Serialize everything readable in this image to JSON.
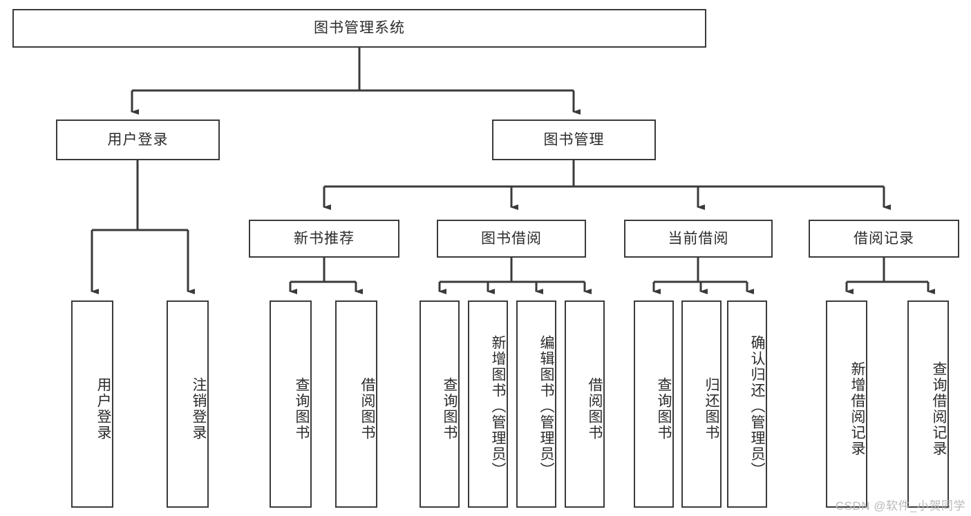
{
  "diagram": {
    "title": "图书管理系统",
    "watermark": "CSDN @软件_小贺同学",
    "colors": {
      "stroke": "#3a3a3a",
      "text": "#2b2b2b",
      "background": "#ffffff",
      "watermark": "#b9b9b9"
    },
    "levels": {
      "root": {
        "label": "图书管理系统"
      },
      "level2": [
        {
          "label": "用户登录"
        },
        {
          "label": "图书管理"
        }
      ],
      "level3": [
        {
          "label": "新书推荐"
        },
        {
          "label": "图书借阅"
        },
        {
          "label": "当前借阅"
        },
        {
          "label": "借阅记录"
        }
      ],
      "leaves": {
        "user_login": [
          {
            "label": "用户登录"
          },
          {
            "label": "注销登录"
          }
        ],
        "new_book_recommend": [
          {
            "label": "查询图书"
          },
          {
            "label": "借阅图书"
          }
        ],
        "book_borrow": [
          {
            "label": "查询图书"
          },
          {
            "label": "新增图书（管理员）"
          },
          {
            "label": "编辑图书（管理员）"
          },
          {
            "label": "借阅图书"
          }
        ],
        "current_borrow": [
          {
            "label": "查询图书"
          },
          {
            "label": "归还图书"
          },
          {
            "label": "确认归还（管理员）"
          }
        ],
        "borrow_records": [
          {
            "label": "新增借阅记录"
          },
          {
            "label": "查询借阅记录"
          }
        ]
      }
    }
  }
}
